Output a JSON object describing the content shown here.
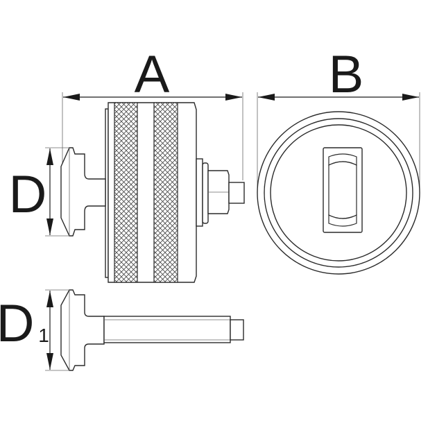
{
  "labels": {
    "a": "A",
    "b": "B",
    "d": "D",
    "d1_main": "D",
    "d1_sub": "1"
  },
  "colors": {
    "line": "#2a2a2a",
    "dim": "#1a1a1a",
    "knurl": "#555555"
  }
}
